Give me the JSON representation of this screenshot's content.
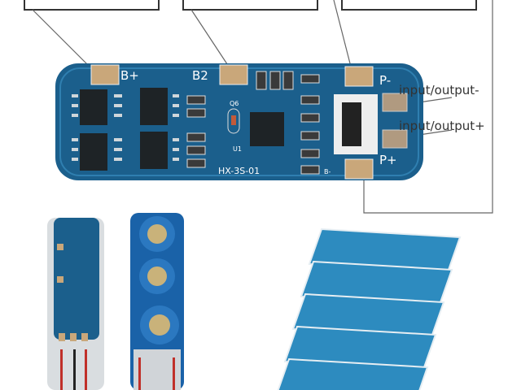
{
  "board": {
    "pad_labels": {
      "b_plus": "B+",
      "b2": "B2",
      "p_minus": "P-",
      "p_plus": "P+"
    },
    "model": "HX-3S-01",
    "silk_b_minus": "B-",
    "silk_u1": "U1",
    "silk_q6": "Q6"
  },
  "annotations": {
    "io_minus": "input/output-",
    "io_plus": "input/output+"
  },
  "colors": {
    "pcb": "#1b5f8c",
    "pad": "#c9a77a",
    "chip": "#1e2326",
    "line": "#555555"
  }
}
